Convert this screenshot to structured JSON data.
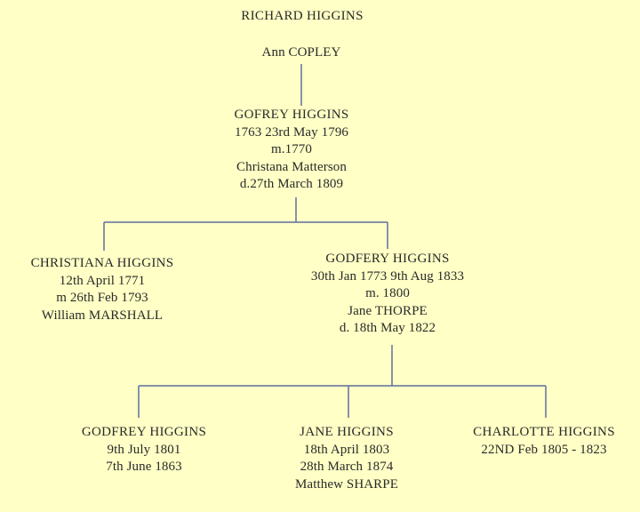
{
  "tree": {
    "richard": {
      "name": "RICHARD HIGGINS"
    },
    "ann": {
      "name": "Ann COPLEY"
    },
    "gofrey": {
      "name": "GOFREY HIGGINS",
      "dates": "1763 23rd May 1796",
      "marriage": "m.1770",
      "spouse": "Christana Matterson",
      "spouse_death": "d.27th March 1809"
    },
    "christiana": {
      "name": "CHRISTIANA HIGGINS",
      "born": "12th April 1771",
      "marriage": "m 26th Feb 1793",
      "spouse": "William MARSHALL"
    },
    "godfery": {
      "name": "GODFERY HIGGINS",
      "dates": "30th Jan 1773 9th Aug 1833",
      "marriage": "m. 1800",
      "spouse": "Jane THORPE",
      "spouse_death": "d. 18th May 1822"
    },
    "godfrey": {
      "name": "GODFREY HIGGINS",
      "born": "9th July 1801",
      "died": "7th June 1863"
    },
    "jane": {
      "name": "JANE HIGGINS",
      "born": "18th April 1803",
      "died": "28th March 1874",
      "spouse": "Matthew SHARPE"
    },
    "charlotte": {
      "name": "CHARLOTTE HIGGINS",
      "dates": "22ND Feb 1805 - 1823"
    }
  },
  "colors": {
    "background": "#ffffc6",
    "connector": "#5f6fa0",
    "text": "#2a2a2a"
  }
}
